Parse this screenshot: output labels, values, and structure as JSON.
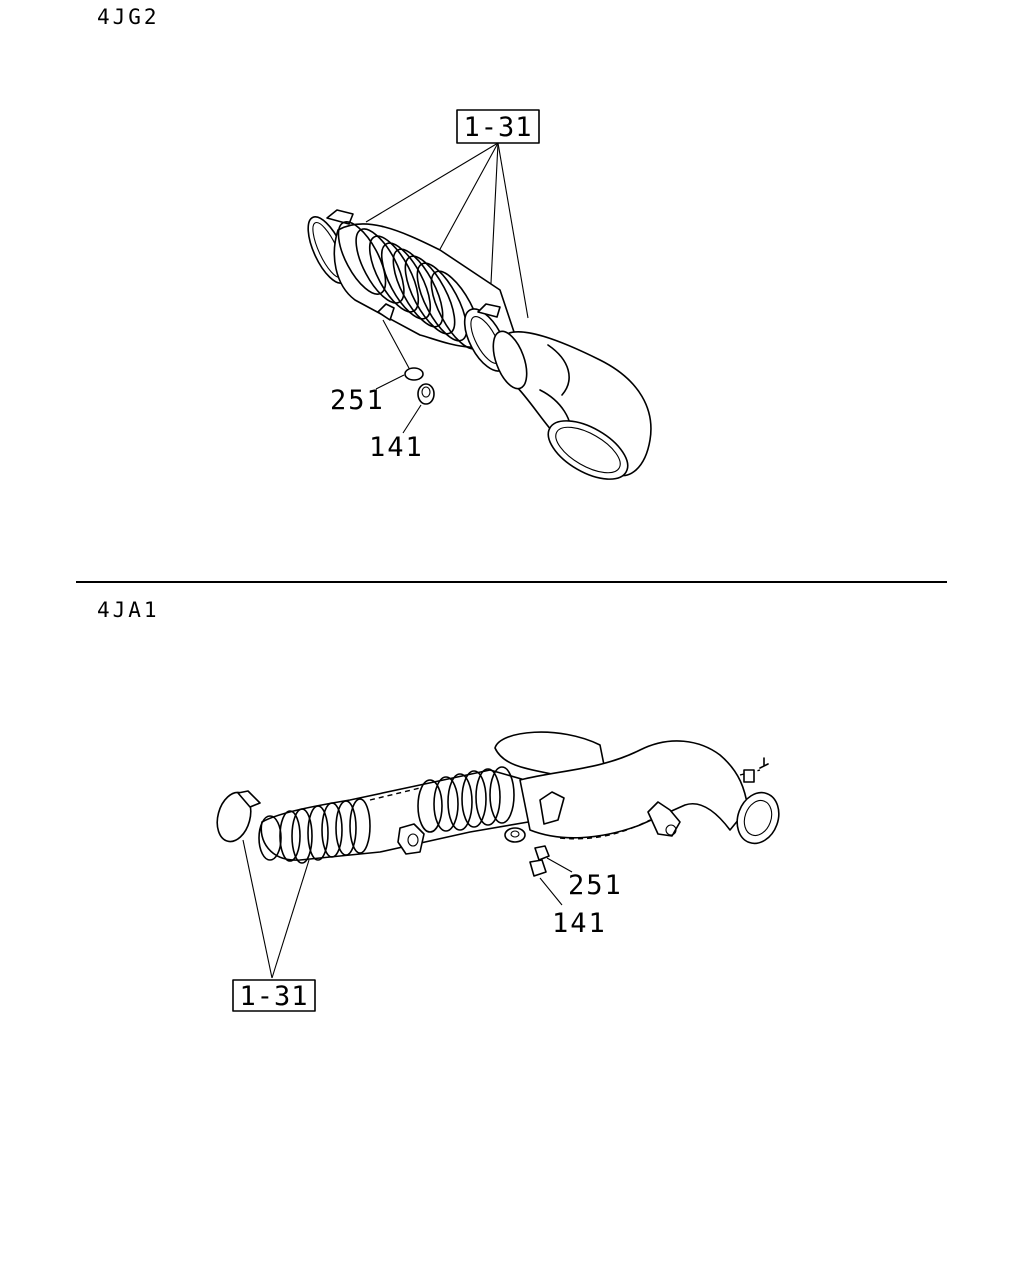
{
  "sections": [
    {
      "engine_code": "4JG2",
      "ref_label": "1-31",
      "callouts": [
        {
          "label": "251"
        },
        {
          "label": "141"
        }
      ]
    },
    {
      "engine_code": "4JA1",
      "ref_label": "1-31",
      "callouts": [
        {
          "label": "251"
        },
        {
          "label": "141"
        }
      ]
    }
  ],
  "colors": {
    "line": "#000000",
    "background": "#ffffff"
  }
}
